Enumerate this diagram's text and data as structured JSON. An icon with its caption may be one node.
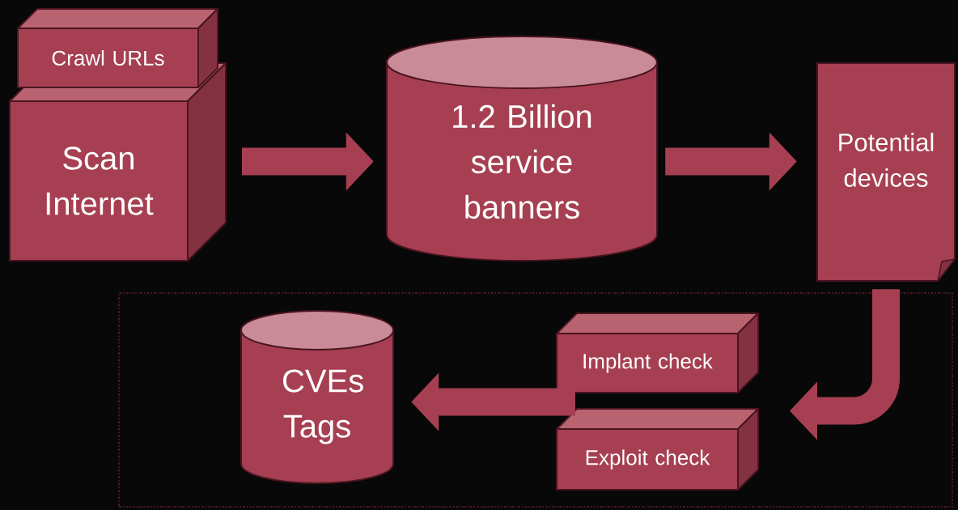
{
  "diagram": {
    "nodes": [
      {
        "text": [
          "Crawl URLs"
        ]
      },
      {
        "text": [
          "Scan Internet"
        ]
      },
      {
        "text": [
          "1.2 Billion service banners"
        ]
      },
      {
        "text": [
          "Potential devices"
        ]
      },
      {
        "text": [],
        "shape": "box"
      },
      {
        "text": [
          "CVEs Tags"
        ],
        "in": 4
      },
      {
        "text": [
          "Implant check"
        ],
        "in": 4
      },
      {
        "text": [
          "Exploit check"
        ],
        "in": 4
      }
    ],
    "edges": [
      {
        "from": 1,
        "to": 2,
        "arrow": "to"
      },
      {
        "from": 2,
        "to": 3,
        "arrow": "to"
      },
      {
        "from": 3,
        "to": 6,
        "arrow": "to"
      },
      {
        "from": 3,
        "to": 7,
        "arrow": "to"
      },
      {
        "from": 6,
        "to": 5,
        "arrow": "to"
      },
      {
        "from": 7,
        "to": 5,
        "arrow": "to"
      }
    ]
  }
}
